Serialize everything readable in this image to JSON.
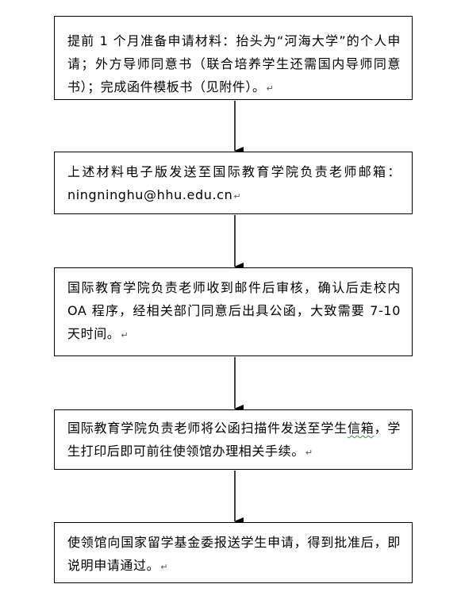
{
  "steps": [
    {
      "text": "提前 1 个月准备申请材料：抬头为“河海大学”的个人申请；外方导师同意书（联合培养学生还需国内导师同意书）；完成函件模板书（见附件）。",
      "mark": "↵"
    },
    {
      "text": "上述材料电子版发送至国际教育学院负责老师邮箱：ningninghu@hhu.edu.cn",
      "mark": "↵"
    },
    {
      "text": "国际教育学院负责老师收到邮件后审核，确认后走校内 OA 程序，经相关部门同意后出具公函，大致需要 7-10 天时间。",
      "mark": "↵"
    },
    {
      "text_before": "国际教育学院负责老师将公函扫描件发送至学生",
      "text_wavy": "信箱",
      "text_after": "，学生打印后即可前往使领馆办理相关手续。",
      "mark": "↵"
    },
    {
      "text": "使领馆向国家留学基金委报送学生申请，得到批准后，即说明申请通过。",
      "mark": "↵"
    }
  ],
  "colors": {
    "border": "#000000",
    "text": "#000000",
    "spellcheck_underline": "#3a8f3a"
  }
}
